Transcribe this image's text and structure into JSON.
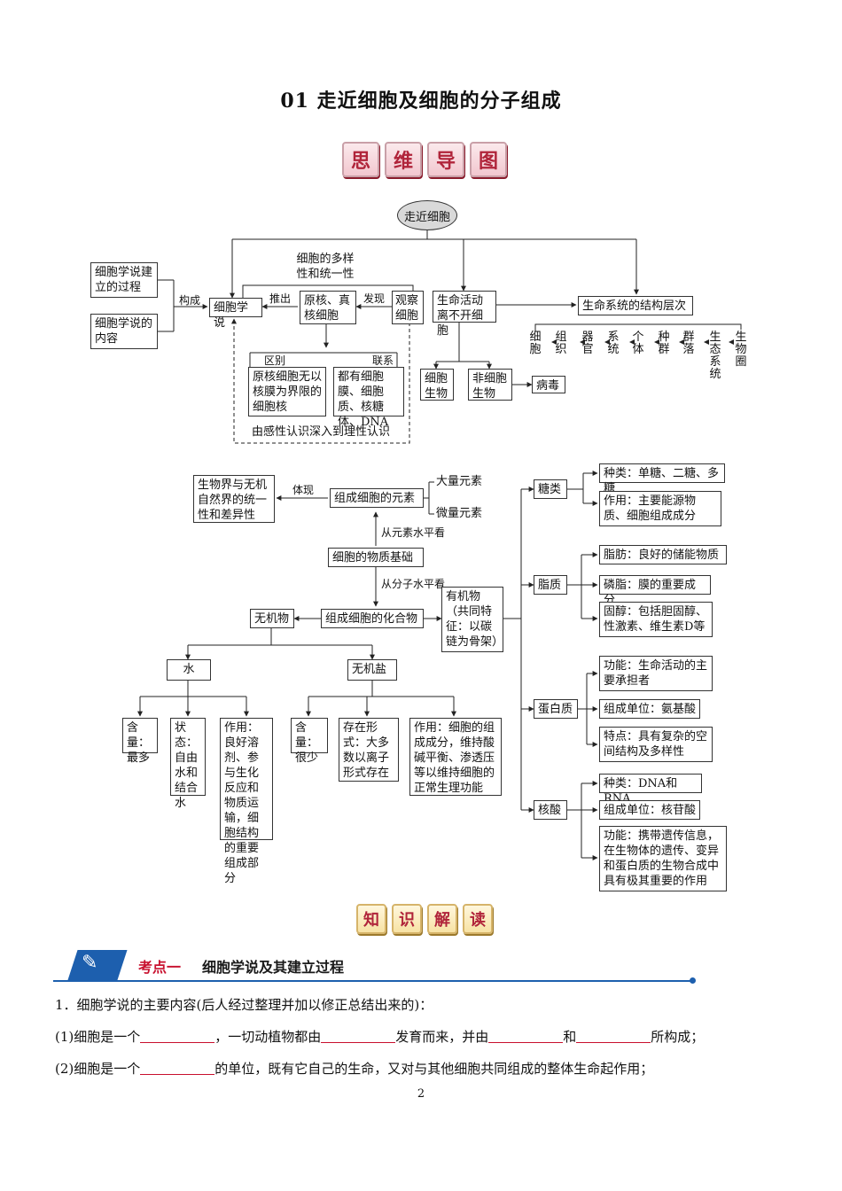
{
  "title": "01  走近细胞及细胞的分子组成",
  "banner1": [
    "思",
    "维",
    "导",
    "图"
  ],
  "banner2": [
    "知",
    "识",
    "解",
    "读"
  ],
  "map1": {
    "root": "走近细胞",
    "theory_process": "细胞学说建立的过程",
    "theory_content": "细胞学说的内容",
    "compose": "构成",
    "cell_theory": "细胞学说",
    "diversity": "细胞的多样性和统一性",
    "derive": "推出",
    "discover": "发现",
    "pro_eu": "原核、真核细胞",
    "observe": "观察细胞",
    "diff_label": "区别",
    "link_label": "联系",
    "diff": "原核细胞无以核膜为界限的细胞核",
    "link": "都有细胞膜、细胞质、核糖体、DNA",
    "perception": "由感性认识深入到理性认识",
    "life_activity": "生命活动离不开细胞",
    "cell_org": "细胞生物",
    "noncell_org": "非细胞生物",
    "virus": "病毒",
    "levels_title": "生命系统的结构层次",
    "levels": [
      "细胞",
      "组织",
      "器官",
      "系统",
      "个体",
      "种群",
      "群落",
      "生态系统",
      "生物圈"
    ]
  },
  "map2": {
    "unity": "生物界与无机自然界的统一性和差异性",
    "reflect": "体现",
    "elements": "组成细胞的元素",
    "major": "大量元素",
    "trace": "微量元素",
    "elem_level": "从元素水平看",
    "material": "细胞的物质基础",
    "mol_level": "从分子水平看",
    "inorganic": "无机物",
    "compounds": "组成细胞的化合物",
    "organic": "有机物（共同特征：以碳链为骨架）",
    "water": "水",
    "salt": "无机盐",
    "water_amount": "含量：最多",
    "water_state": "状态：自由水和结合水",
    "water_func": "作用：良好溶剂、参与生化反应和物质运输，细胞结构的重要组成部分",
    "salt_amount": "含量：很少",
    "salt_form": "存在形式：大多数以离子形式存在",
    "salt_func": "作用：细胞的组成成分，维持酸碱平衡、渗透压等以维持细胞的正常生理功能",
    "sugar": "糖类",
    "sugar_kind": "种类：单糖、二糖、多糖",
    "sugar_func": "作用：主要能源物质、细胞组成成分",
    "lipid": "脂质",
    "fat": "脂肪：良好的储能物质",
    "phospholipid": "磷脂：膜的重要成分",
    "sterol": "固醇：包括胆固醇、性激素、维生素D等",
    "protein": "蛋白质",
    "protein_func": "功能：生命活动的主要承担者",
    "protein_unit": "组成单位：氨基酸",
    "protein_trait": "特点：具有复杂的空间结构及多样性",
    "nucleic": "核酸",
    "nucleic_kind": "种类：DNA和RNA",
    "nucleic_unit": "组成单位：核苷酸",
    "nucleic_func": "功能：携带遗传信息，在生物体的遗传、变异和蛋白质的生物合成中具有极其重要的作用"
  },
  "section": {
    "tag": "考点一",
    "name": "细胞学说及其建立过程"
  },
  "q1": "1．细胞学说的主要内容(后人经过整理并加以修正总结出来的)：",
  "q1a": {
    "p1": "(1)细胞是一个",
    "p2": "，一切动植物都由",
    "p3": "发育而来，并由",
    "p4": "和",
    "p5": "所构成；"
  },
  "q1b": {
    "p1": "(2)细胞是一个",
    "p2": "的单位，既有它自己的生命，又对与其他细胞共同组成的整体生命起作用；"
  },
  "page": "2"
}
